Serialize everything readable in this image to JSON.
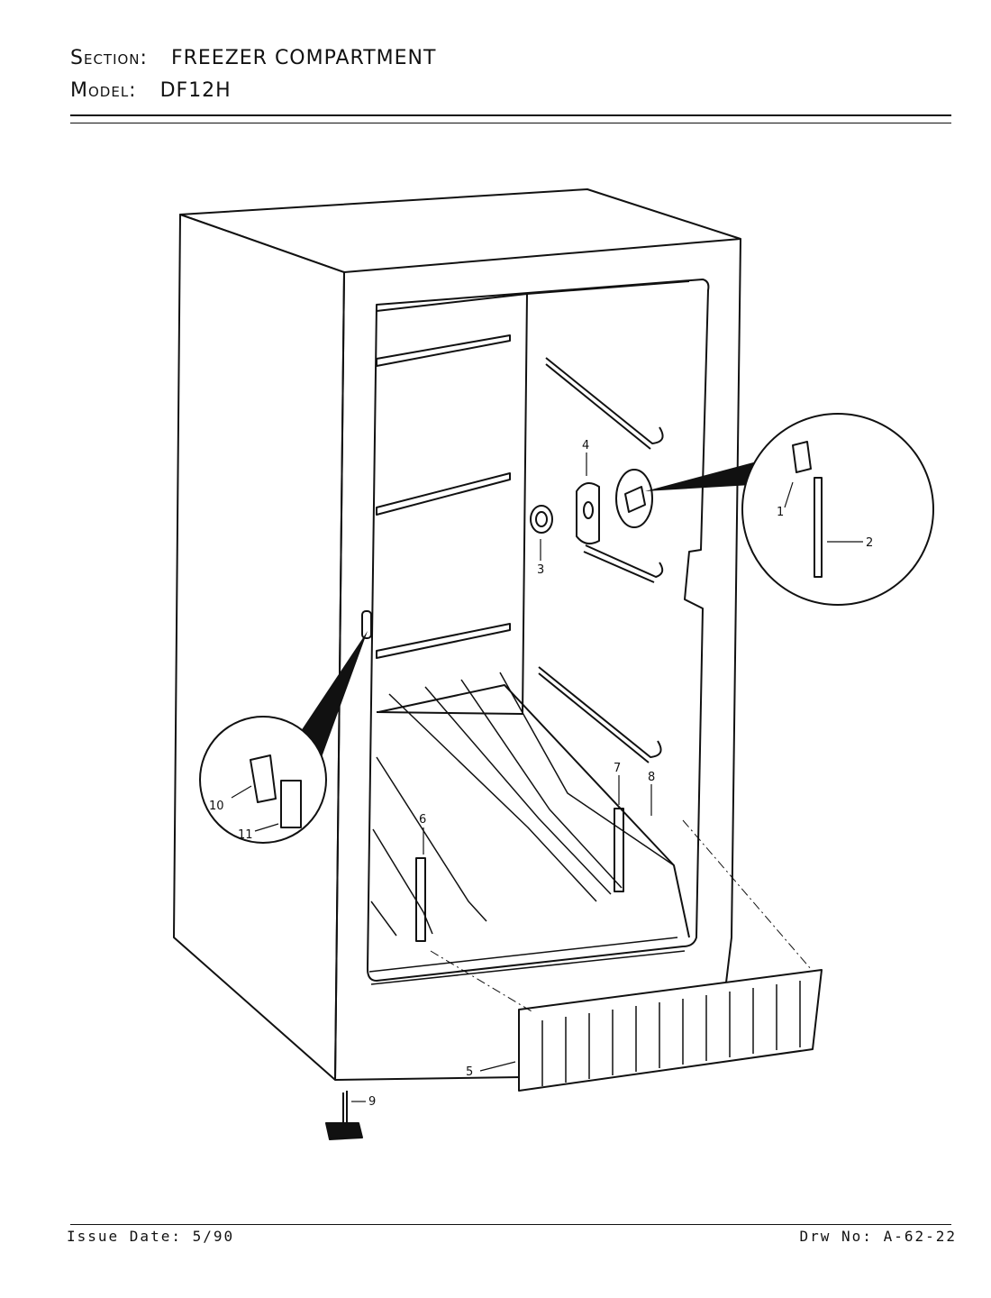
{
  "header": {
    "section_label": "Section:",
    "section_value": "FREEZER COMPARTMENT",
    "model_label": "Model:",
    "model_value": "DF12H"
  },
  "footer": {
    "issue_date": "Issue Date: 5/90",
    "drawing_number": "Drw No: A-62-22"
  },
  "callouts": {
    "c1": "1",
    "c2": "2",
    "c3": "3",
    "c4": "4",
    "c5": "5",
    "c6": "6",
    "c7": "7",
    "c8": "8",
    "c9": "9",
    "c10": "10",
    "c11": "11"
  }
}
